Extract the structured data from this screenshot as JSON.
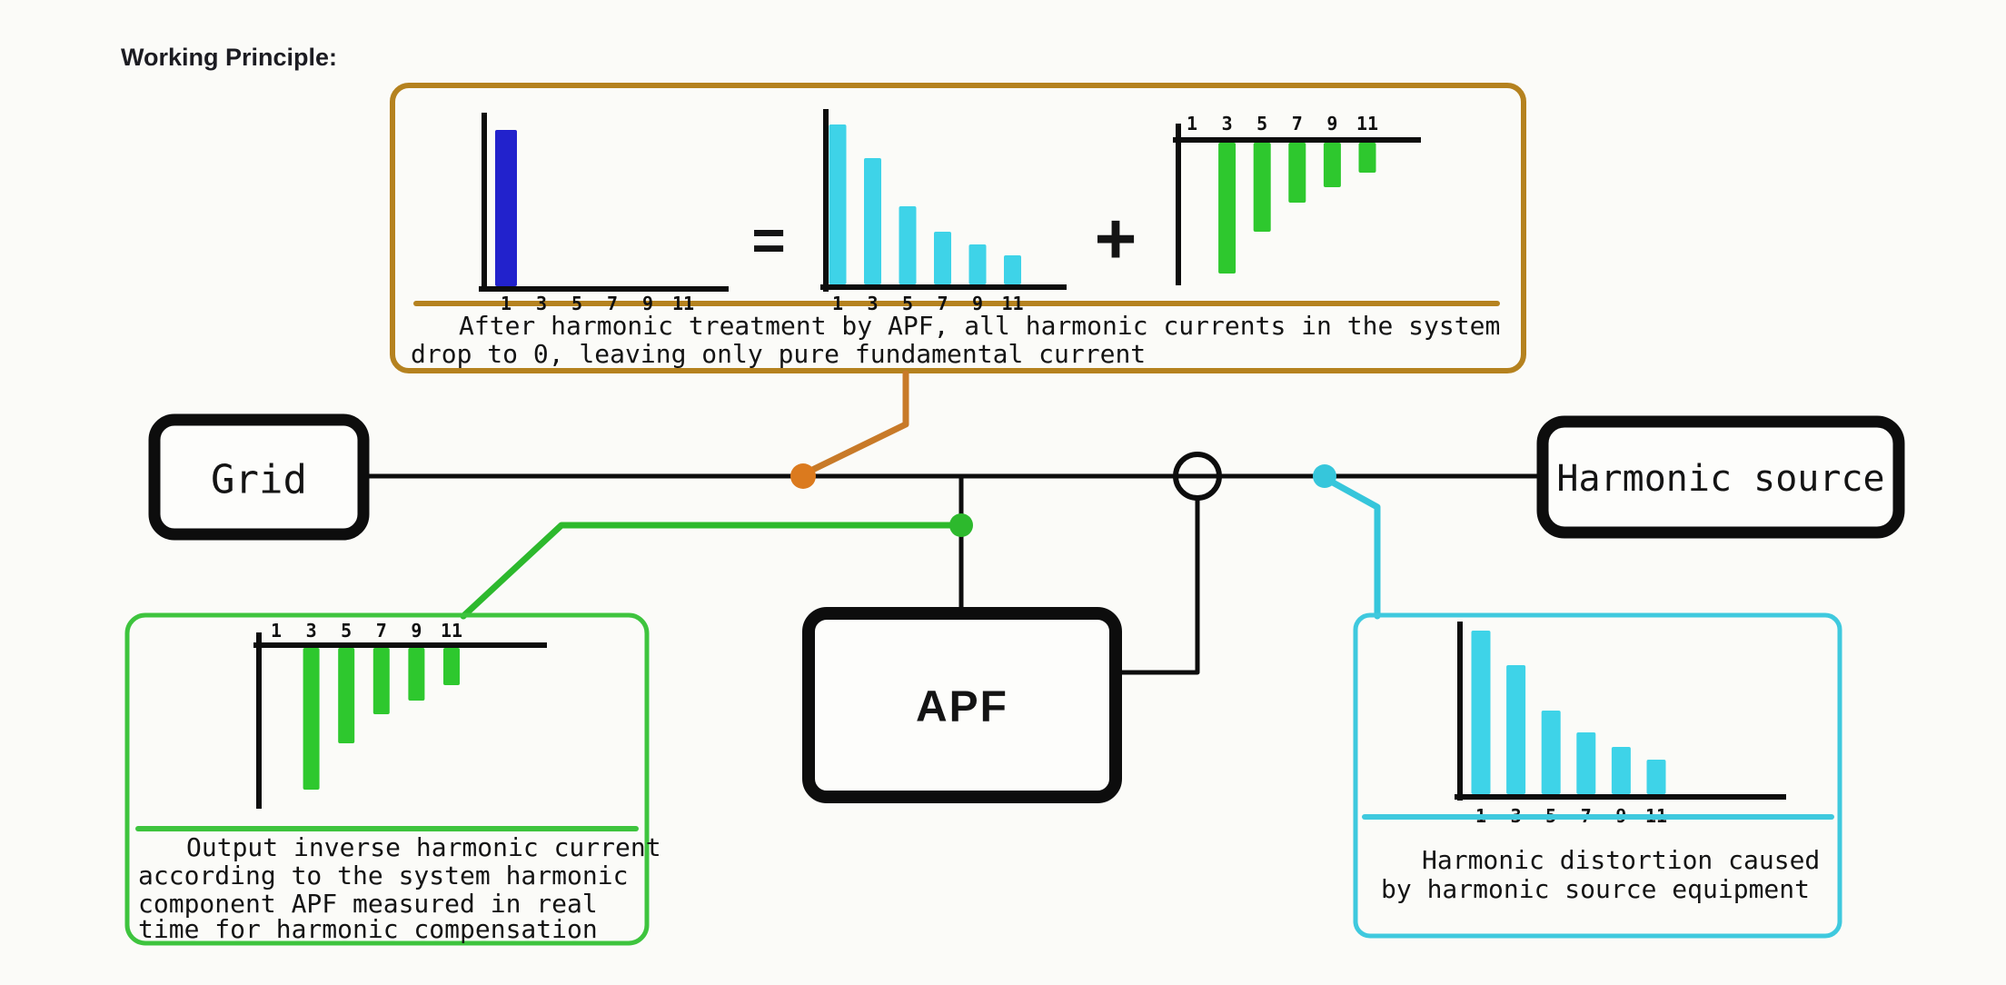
{
  "title": "Working Principle:",
  "colors": {
    "ink": "#0d0d0d",
    "background": "#fbfbf8",
    "fundamental_bar": "#2222cc",
    "harmonic_bar": "#3ed3e8",
    "inverse_bar": "#2ec82e",
    "result_panel_border": "#b5821f",
    "result_connector": "#c87a28",
    "result_tap_dot": "#db7a1e",
    "apf_panel_border": "#3ec43e",
    "apf_connector": "#2db92d",
    "source_panel_border": "#3fc9de",
    "source_connector": "#36c6db"
  },
  "nodes": {
    "grid_label": "Grid",
    "apf_label": "APF",
    "harmonic_source_label": "Harmonic source"
  },
  "result_panel": {
    "equals_sign": "=",
    "plus_sign": "+",
    "caption_line1": "After harmonic treatment by APF, all harmonic currents in the system",
    "caption_line2": "drop to 0, leaving only pure fundamental current"
  },
  "apf_output_panel": {
    "caption_line1": "Output inverse harmonic current",
    "caption_line2": "according to the system harmonic",
    "caption_line3": "component APF measured in real",
    "caption_line4": "time for harmonic compensation"
  },
  "source_panel": {
    "caption_line1": "Harmonic distortion caused",
    "caption_line2": "by harmonic source equipment"
  },
  "chart_data": [
    {
      "key": "fundamental",
      "type": "bar",
      "categories": [
        "1",
        "3",
        "5",
        "7",
        "9",
        "11"
      ],
      "values": [
        1,
        0,
        0,
        0,
        0,
        0
      ],
      "direction": "up",
      "color_key": "fundamental_bar"
    },
    {
      "key": "system_distorted",
      "type": "bar",
      "categories": [
        "1",
        "3",
        "5",
        "7",
        "9",
        "11"
      ],
      "values": [
        1,
        0.79,
        0.49,
        0.33,
        0.25,
        0.18
      ],
      "direction": "up",
      "color_key": "harmonic_bar"
    },
    {
      "key": "apf_inverse",
      "type": "bar",
      "categories": [
        "1",
        "3",
        "5",
        "7",
        "9",
        "11"
      ],
      "values": [
        0,
        1,
        0.68,
        0.46,
        0.34,
        0.23
      ],
      "direction": "down",
      "color_key": "inverse_bar"
    },
    {
      "key": "apf_output",
      "type": "bar",
      "categories": [
        "1",
        "3",
        "5",
        "7",
        "9",
        "11"
      ],
      "values": [
        0,
        1,
        0.67,
        0.47,
        0.37,
        0.26
      ],
      "direction": "down",
      "color_key": "inverse_bar"
    },
    {
      "key": "source_distortion",
      "type": "bar",
      "categories": [
        "1",
        "3",
        "5",
        "7",
        "9",
        "11"
      ],
      "values": [
        1,
        0.79,
        0.51,
        0.38,
        0.29,
        0.21
      ],
      "direction": "up",
      "color_key": "harmonic_bar"
    }
  ]
}
